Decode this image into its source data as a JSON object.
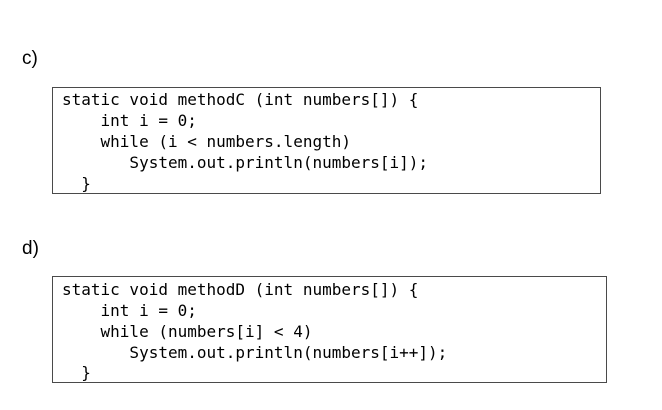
{
  "parts": [
    {
      "label": "c)",
      "code_lines": [
        "static void methodC (int numbers[]) {",
        "    int i = 0;",
        "    while (i < numbers.length)",
        "       System.out.println(numbers[i]);",
        "  }"
      ]
    },
    {
      "label": "d)",
      "code_lines": [
        "static void methodD (int numbers[]) {",
        "    int i = 0;",
        "    while (numbers[i] < 4)",
        "       System.out.println(numbers[i++]);",
        "  }"
      ]
    }
  ]
}
